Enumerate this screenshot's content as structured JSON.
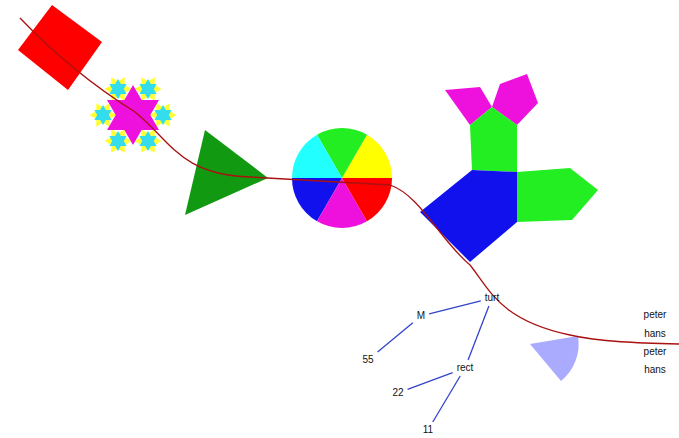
{
  "diagram": {
    "nodes": [
      {
        "text": [
          "turt"
        ]
      },
      {
        "text": [
          "M"
        ]
      },
      {
        "text": [
          "55"
        ]
      },
      {
        "text": [
          "rect"
        ]
      },
      {
        "text": [
          "22"
        ]
      },
      {
        "text": [
          "11"
        ]
      }
    ],
    "edges": [
      {
        "from": 0,
        "to": 1,
        "arrow": "none"
      },
      {
        "from": 1,
        "to": 2,
        "arrow": "none"
      },
      {
        "from": 0,
        "to": 3,
        "arrow": "none"
      },
      {
        "from": 3,
        "to": 4,
        "arrow": "none"
      },
      {
        "from": 3,
        "to": 5,
        "arrow": "none"
      }
    ],
    "labels": [
      "peter",
      "hans",
      "peter",
      "hans"
    ]
  }
}
